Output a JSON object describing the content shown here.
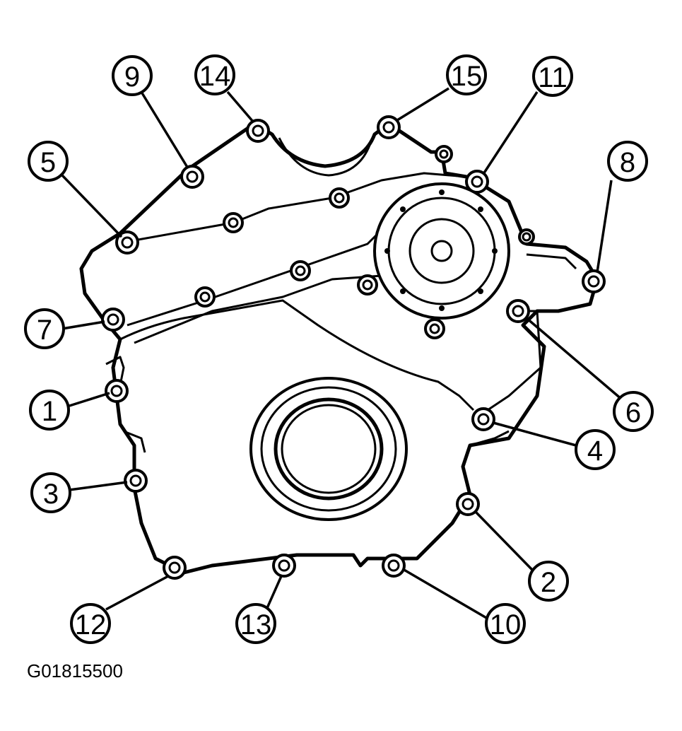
{
  "figure": {
    "code": "G01815500"
  },
  "callouts": [
    {
      "label": "1"
    },
    {
      "label": "2"
    },
    {
      "label": "3"
    },
    {
      "label": "4"
    },
    {
      "label": "5"
    },
    {
      "label": "6"
    },
    {
      "label": "7"
    },
    {
      "label": "8"
    },
    {
      "label": "9"
    },
    {
      "label": "10"
    },
    {
      "label": "11"
    },
    {
      "label": "12"
    },
    {
      "label": "13"
    },
    {
      "label": "14"
    },
    {
      "label": "15"
    }
  ]
}
